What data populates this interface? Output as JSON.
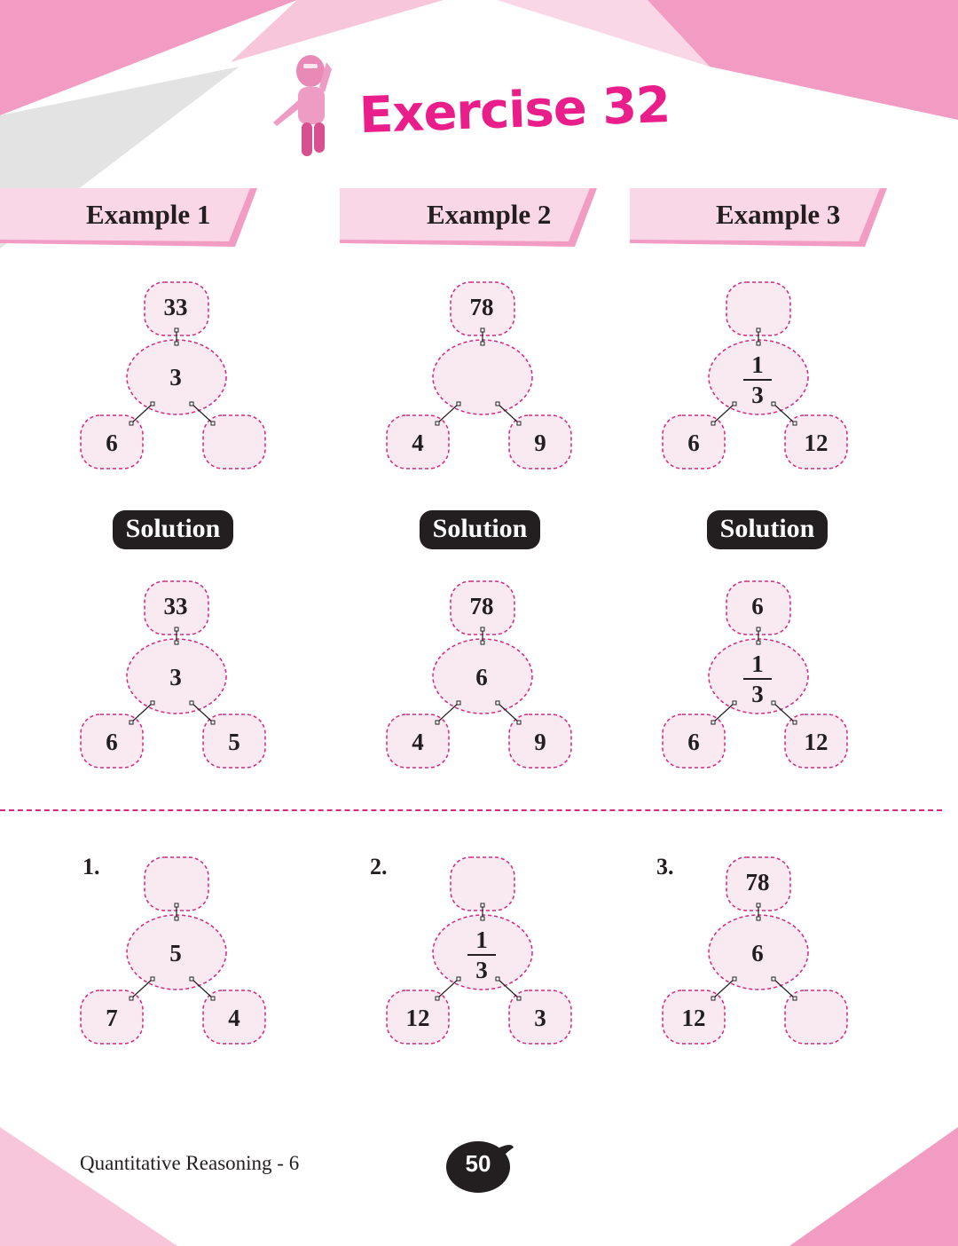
{
  "header": {
    "title": "Exercise 32"
  },
  "examples": [
    {
      "label": "Example 1",
      "top": "33",
      "center": "3",
      "left": "6",
      "right": ""
    },
    {
      "label": "Example 2",
      "top": "78",
      "center": "",
      "left": "4",
      "right": "9"
    },
    {
      "label": "Example 3",
      "top": "",
      "center_num": "1",
      "center_den": "3",
      "left": "6",
      "right": "12"
    }
  ],
  "solution_label": "Solution",
  "solutions": [
    {
      "top": "33",
      "center": "3",
      "left": "6",
      "right": "5"
    },
    {
      "top": "78",
      "center": "6",
      "left": "4",
      "right": "9"
    },
    {
      "top": "6",
      "center_num": "1",
      "center_den": "3",
      "left": "6",
      "right": "12"
    }
  ],
  "questions": [
    {
      "number": "1.",
      "top": "",
      "center": "5",
      "left": "7",
      "right": "4"
    },
    {
      "number": "2.",
      "top": "",
      "center_num": "1",
      "center_den": "3",
      "left": "12",
      "right": "3"
    },
    {
      "number": "3.",
      "top": "78",
      "center": "6",
      "left": "12",
      "right": ""
    }
  ],
  "footer": {
    "book": "Quantitative Reasoning - 6",
    "page": "50"
  },
  "colors": {
    "accent": "#ea1e8a",
    "pink_light": "#f9d7e6",
    "pink_mid": "#f29cc4",
    "dark": "#231f20"
  }
}
